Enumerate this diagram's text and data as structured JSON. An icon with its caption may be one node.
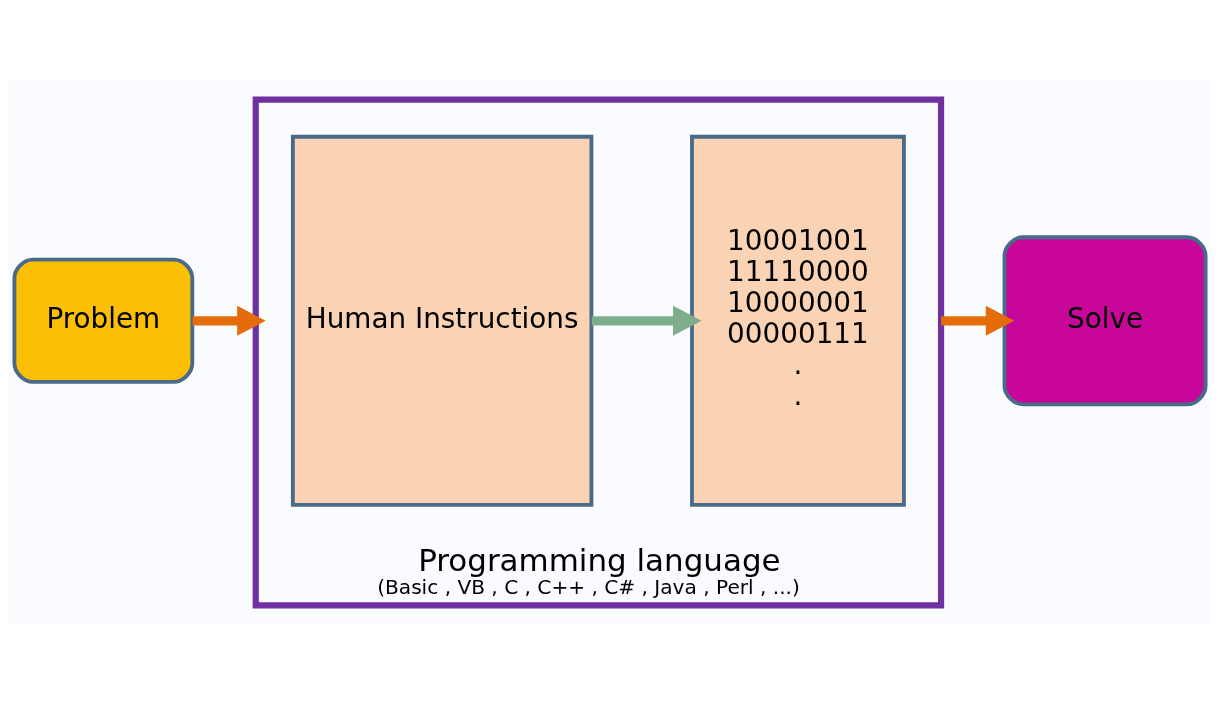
{
  "diagram": {
    "nodes": [
      {
        "text": [
          "Problem"
        ]
      },
      {
        "text": [
          "Programming language",
          "(Basic , VB , C , C++ , C# , Java , Perl , ...)"
        ]
      },
      {
        "text": [
          "Human Instructions"
        ],
        "in": 1
      },
      {
        "text": [
          "10001001 11110000 10000001 00000111 . ."
        ],
        "in": 1
      },
      {
        "text": [
          "Solve"
        ]
      }
    ],
    "edges": [
      {
        "from": 0,
        "to": 1,
        "arrow": "to",
        "color": "#e46c0a"
      },
      {
        "from": 2,
        "to": 3,
        "arrow": "to",
        "color": "#7fae8c"
      },
      {
        "from": 1,
        "to": 4,
        "arrow": "to",
        "color": "#e46c0a"
      }
    ]
  }
}
